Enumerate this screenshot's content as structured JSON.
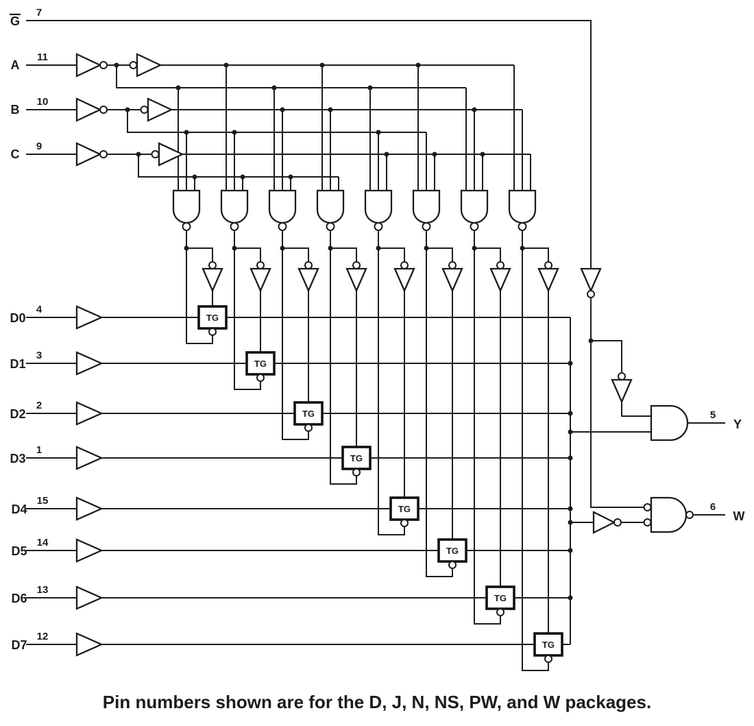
{
  "labels": {
    "enable": {
      "name": "G",
      "pin": "7"
    },
    "selects": [
      {
        "name": "A",
        "pin": "11"
      },
      {
        "name": "B",
        "pin": "10"
      },
      {
        "name": "C",
        "pin": "9"
      }
    ],
    "data_inputs": [
      {
        "name": "D0",
        "pin": "4"
      },
      {
        "name": "D1",
        "pin": "3"
      },
      {
        "name": "D2",
        "pin": "2"
      },
      {
        "name": "D3",
        "pin": "1"
      },
      {
        "name": "D4",
        "pin": "15"
      },
      {
        "name": "D5",
        "pin": "14"
      },
      {
        "name": "D6",
        "pin": "13"
      },
      {
        "name": "D7",
        "pin": "12"
      }
    ],
    "outputs": {
      "y": {
        "name": "Y",
        "pin": "5"
      },
      "w": {
        "name": "W",
        "pin": "6"
      }
    },
    "transmission_gate": "TG"
  },
  "caption": "Pin numbers shown are for the D, J, N, NS, PW, and W packages.",
  "colors": {
    "line": "#1c1c1c",
    "background": "#ffffff"
  }
}
